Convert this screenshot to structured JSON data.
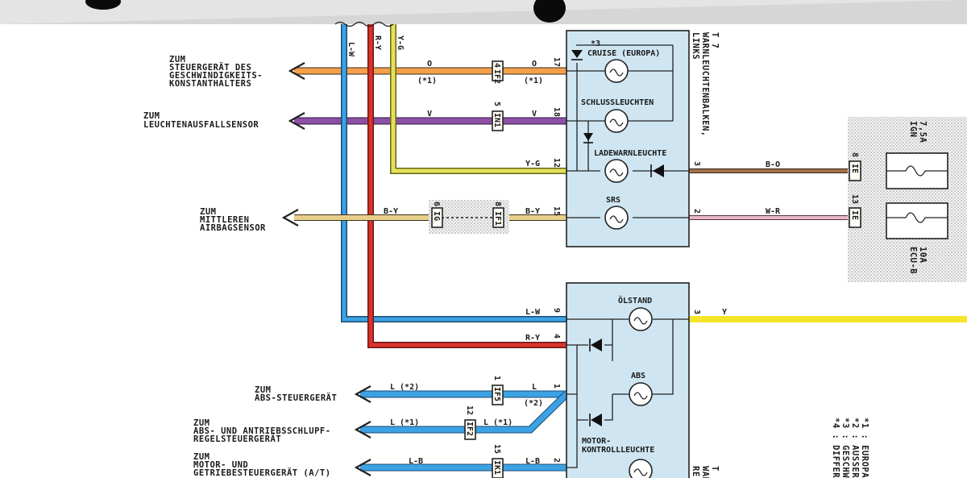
{
  "colors": {
    "orange": "#f5a04b",
    "purple": "#8e4fa6",
    "yellow_green": "#e8e05a",
    "beige": "#e8cf8a",
    "blue": "#3da2e4",
    "red": "#d9332e",
    "yellow": "#f5e52a",
    "brown": "#a0704a",
    "pink": "#e6b7c8",
    "module_fill": "#cfe6f2"
  },
  "wire_codes": {
    "top_l_w": "L-W",
    "top_r_y": "R-Y",
    "top_y_g": "Y-G",
    "o_left": "O",
    "o_left_note": "(*1)",
    "o_right": "O",
    "o_right_note": "(*1)",
    "v_left": "V",
    "v_right": "V",
    "y_g": "Y-G",
    "b_y_left": "B-Y",
    "b_y_right": "B-Y",
    "b_o": "B-O",
    "w_r": "W-R",
    "l_w": "L-W",
    "r_y": "R-Y",
    "y": "Y",
    "abs_l": "L (*2)",
    "abs_l_right": "L",
    "abs_l_right_note": "(*2)",
    "tc_l": "L (*1)",
    "tc_l_right": "L (*1)",
    "l_b_left": "L-B",
    "l_b_right": "L-B"
  },
  "destinations": {
    "cruise": [
      "ZUM",
      "STEUERGERÄT DES",
      "GESCHWINDIGKEITS-",
      "KONSTANTHALTERS"
    ],
    "lamp_failure": [
      "ZUM",
      "LEUCHTENAUSFALLSENSOR"
    ],
    "airbag": [
      "ZUM",
      "MITTLEREN",
      "AIRBAGSENSOR"
    ],
    "abs": [
      "ZUM",
      "ABS-STEUERGERÄT"
    ],
    "traction": [
      "ZUM",
      "ABS- UND ANTRIEBSSCHLUPF-",
      "REGELSTEUERGERÄT"
    ],
    "engine": [
      "ZUM",
      "MOTOR- UND",
      "GETRIEBESTEUERGERÄT (A/T)"
    ]
  },
  "connectors": {
    "if2": "IF2",
    "if2_pin": "4",
    "in1": "IN1",
    "in1_pin": "5",
    "if1": "IF1",
    "if1_pin": "8",
    "ig": "IG",
    "ig_pin": "6",
    "ie_b_o": "IE",
    "ie_b_o_pin": "8",
    "ie_w_r": "IE",
    "ie_w_r_pin": "13",
    "if5": "IF5",
    "if5_pin": "1",
    "if2_b": "IF2",
    "if2_b_pin": "12",
    "ik1": "IK1",
    "ik1_pin": "15"
  },
  "module_upper": {
    "title": [
      "T 7",
      "WARNLEUCHTENBALKEN,",
      "LINKS"
    ],
    "note_cruise": "*3",
    "lamps": [
      "CRUISE (EUROPA)",
      "SCHLUSSLEUCHTEN",
      "LADEWARNLEUCHTE",
      "SRS"
    ],
    "pins_left": [
      "17",
      "18",
      "12",
      "15"
    ],
    "pins_right": [
      "3",
      "2"
    ]
  },
  "module_lower": {
    "title": [
      "T",
      "WAR",
      "RE"
    ],
    "lamps": [
      "ÖLSTAND",
      "ABS",
      "MOTOR-",
      "KONTROLLLEUCHTE"
    ],
    "pins_left": [
      "9",
      "4",
      "1",
      "2"
    ],
    "pins_right": [
      "3"
    ]
  },
  "fuses": {
    "ign": [
      "7,5A",
      "IGN"
    ],
    "ecu": [
      "10A",
      "ECU-B"
    ]
  },
  "legend": [
    "*1 : EUROPA",
    "*2 : AUSSER",
    "*3 : GESCHW",
    "*4 : DIFFER"
  ]
}
